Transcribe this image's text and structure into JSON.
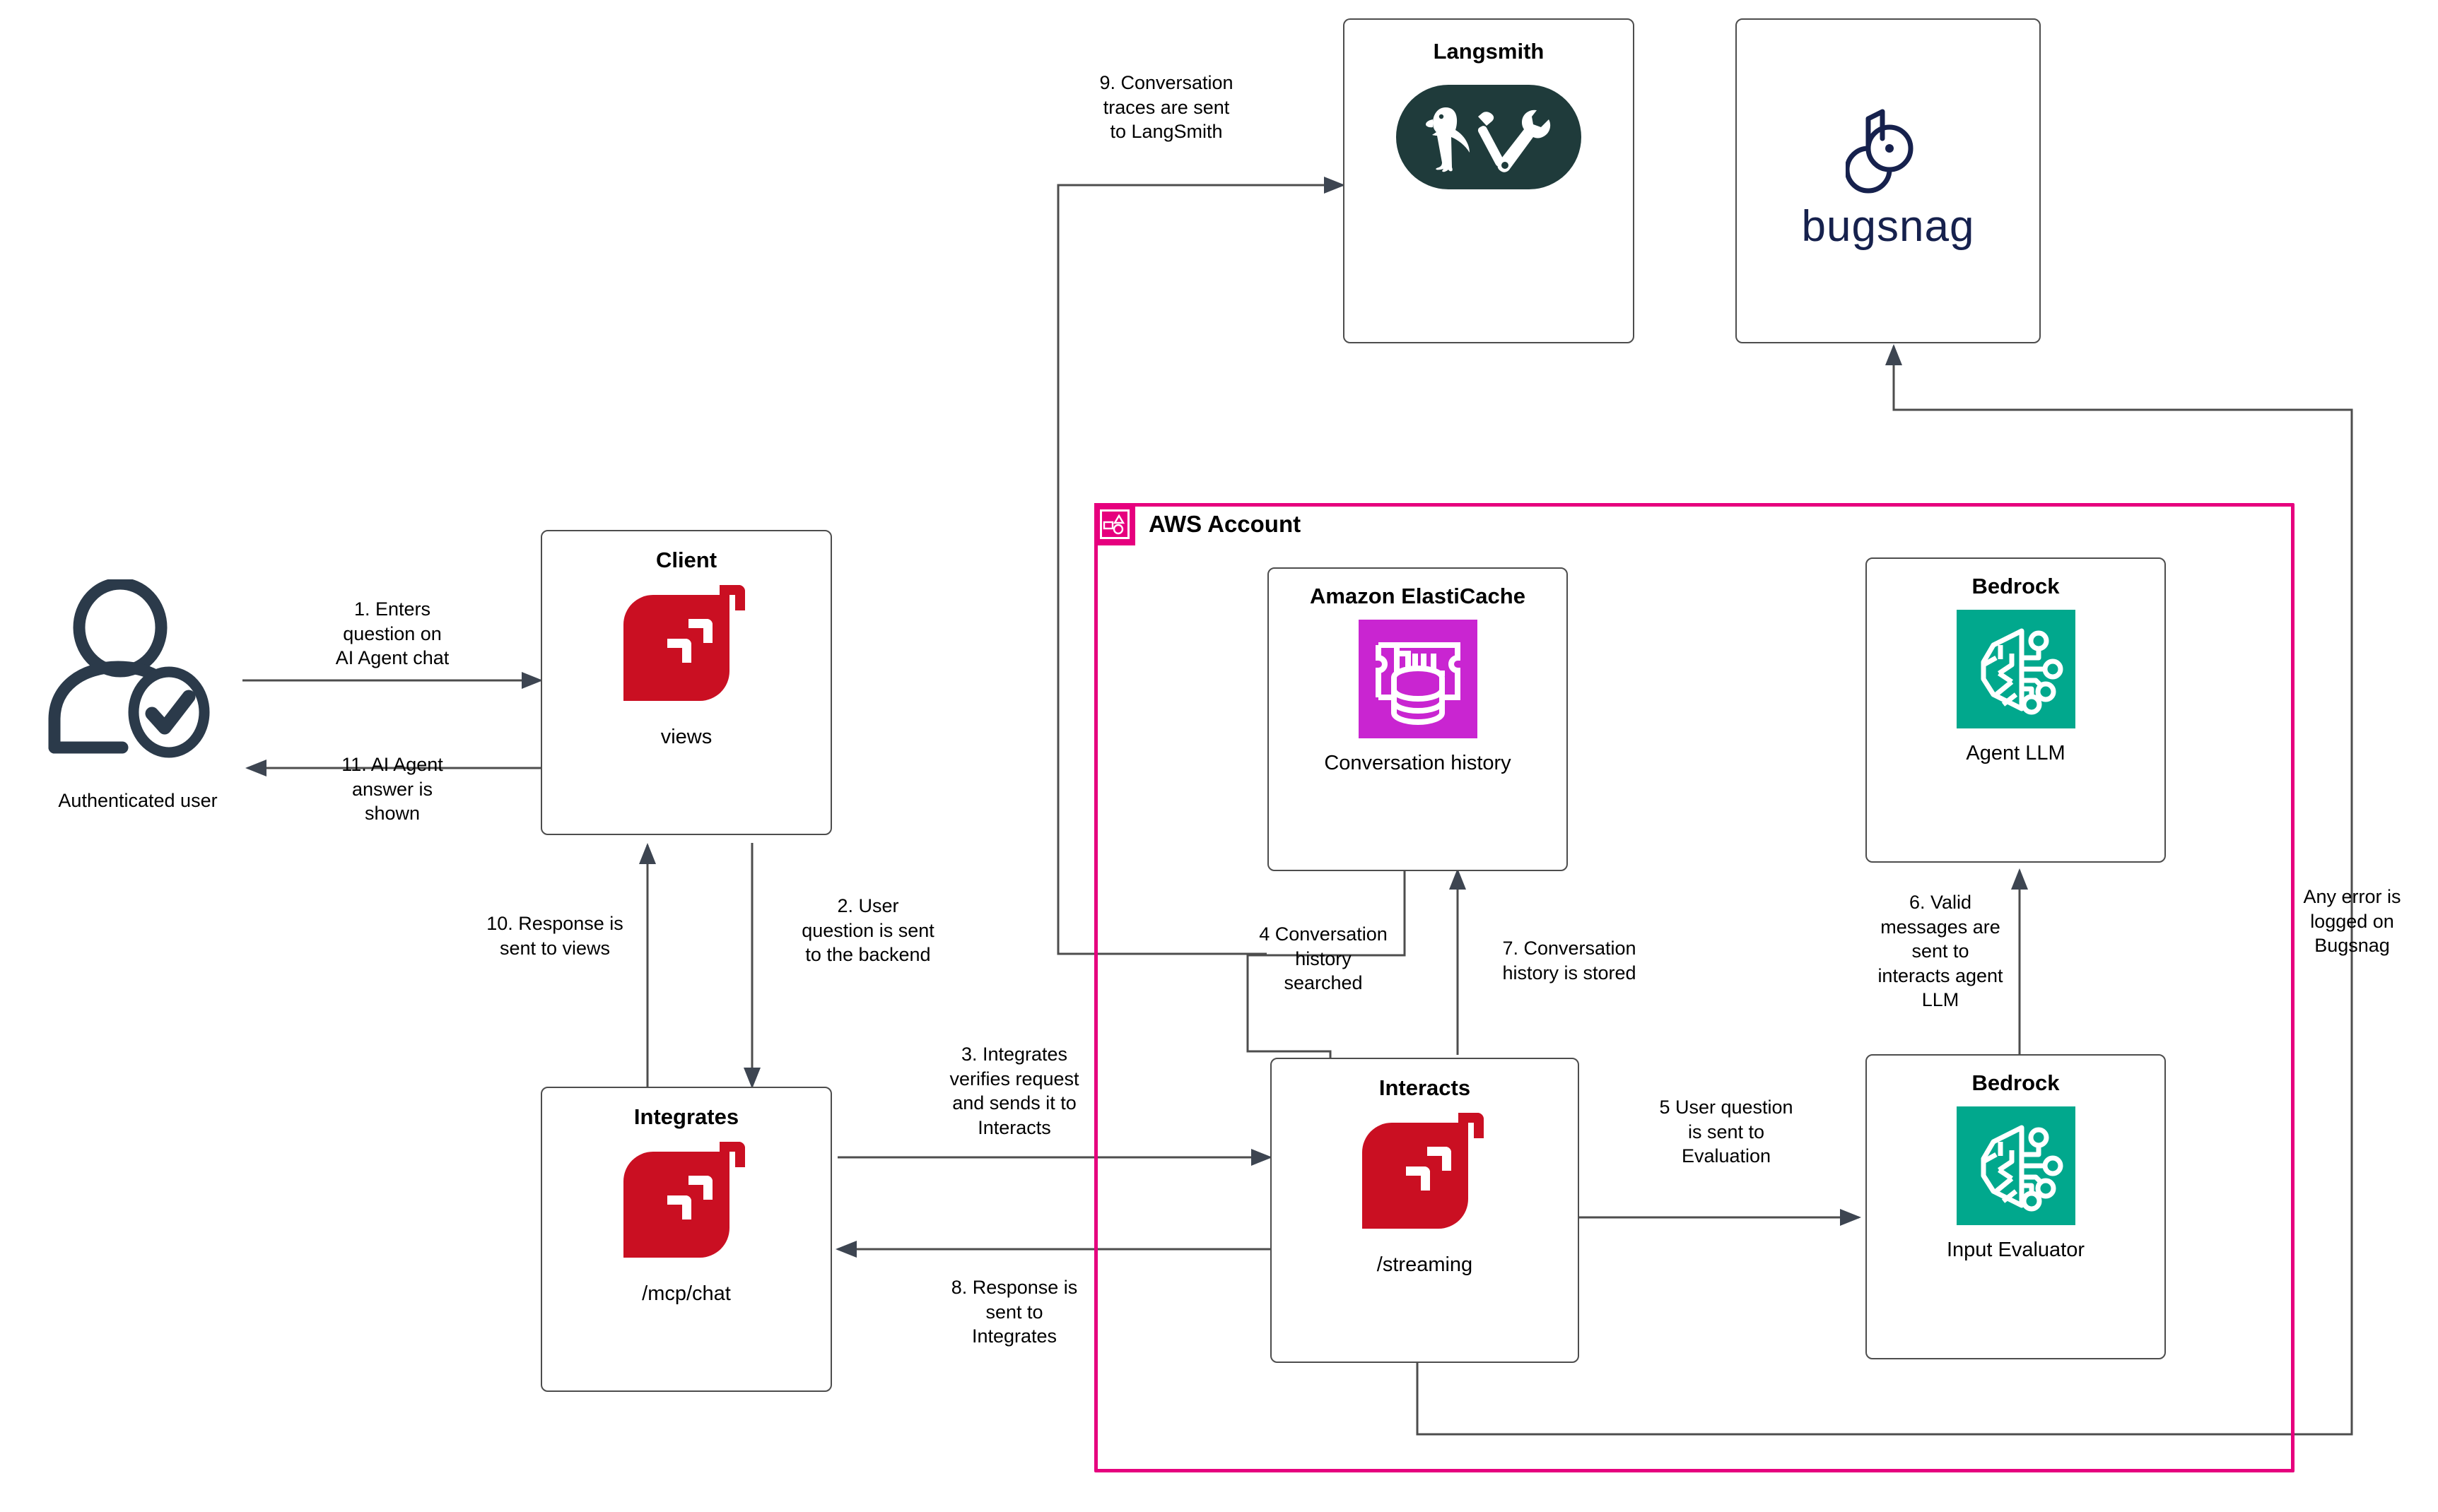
{
  "diagram": {
    "title": "AI Agent architecture flow",
    "colors": {
      "app_red": "#ca0f22",
      "aws_account_pink": "#e6007e",
      "elasticache_magenta": "#c925d1",
      "bedrock_teal": "#01a88d",
      "langsmith_dark": "#1f3b3b",
      "bugsnag_navy": "#16214d",
      "edge_gray": "#4d4d4d"
    }
  },
  "aws_account": {
    "label": "AWS Account",
    "badge_icon": "aws-account-shapes-icon"
  },
  "actor": {
    "label": "Authenticated user",
    "icon": "authenticated-user-icon"
  },
  "nodes": {
    "client": {
      "title": "Client",
      "caption": "views",
      "icon": "app-logo-icon"
    },
    "integrates": {
      "title": "Integrates",
      "caption": "/mcp/chat",
      "icon": "app-logo-icon"
    },
    "interacts": {
      "title": "Interacts",
      "caption": "/streaming",
      "icon": "app-logo-icon"
    },
    "elasticache": {
      "title": "Amazon ElastiCache",
      "caption": "Conversation history",
      "icon": "elasticache-icon"
    },
    "bedrock_agent": {
      "title": "Bedrock",
      "caption": "Agent LLM",
      "icon": "bedrock-brain-icon"
    },
    "bedrock_evaluator": {
      "title": "Bedrock",
      "caption": "Input Evaluator",
      "icon": "bedrock-brain-icon"
    },
    "langsmith": {
      "title": "Langsmith",
      "caption": "",
      "icon": "langsmith-parrot-tools-icon"
    },
    "bugsnag": {
      "title": "",
      "caption": "bugsnag",
      "icon": "bugsnag-b-icon"
    }
  },
  "edges": [
    {
      "id": "e1",
      "label": "1. Enters\nquestion on\nAI Agent chat"
    },
    {
      "id": "e11",
      "label": "11. AI Agent\nanswer is\nshown"
    },
    {
      "id": "e10",
      "label": "10. Response is\nsent to views"
    },
    {
      "id": "e2",
      "label": "2. User\nquestion is sent\nto the backend"
    },
    {
      "id": "e3",
      "label": "3. Integrates\nverifies request\nand sends it to\nInteracts"
    },
    {
      "id": "e8",
      "label": "8. Response is\nsent to\nIntegrates"
    },
    {
      "id": "e4",
      "label": "4 Conversation\nhistory\nsearched"
    },
    {
      "id": "e7",
      "label": "7. Conversation\nhistory is stored"
    },
    {
      "id": "e5",
      "label": "5 User question\nis sent to\nEvaluation"
    },
    {
      "id": "e6",
      "label": "6. Valid\nmessages are\nsent to\ninteracts agent\nLLM"
    },
    {
      "id": "e9",
      "label": "9. Conversation\ntraces are sent\nto LangSmith"
    },
    {
      "id": "eerr",
      "label": "Any error is\nlogged on\nBugsnag"
    }
  ]
}
